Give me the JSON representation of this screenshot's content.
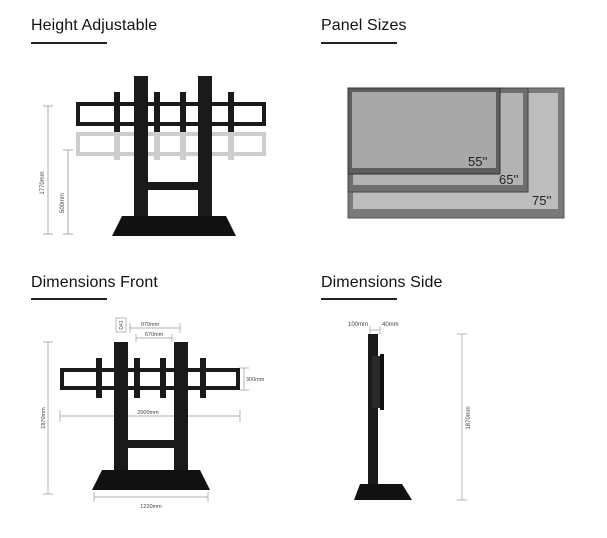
{
  "sections": {
    "height_adjustable": {
      "title": "Height Adjustable",
      "label_total": "1770mm",
      "label_adjust": "500mm"
    },
    "panel_sizes": {
      "title": "Panel Sizes",
      "size_small": "55''",
      "size_medium": "65''",
      "size_large": "75''"
    },
    "dimensions_front": {
      "title": "Dimensions Front",
      "label_depth": "D41",
      "label_top_width": "970mm",
      "label_inner_width": "670mm",
      "label_height": "1870mm",
      "label_bracket": "300mm",
      "label_total_width": "2000mm",
      "label_base": "1220mm"
    },
    "dimensions_side": {
      "title": "Dimensions Side",
      "label_left": "100mm",
      "label_right": "40mm",
      "label_height": "1870mm"
    }
  }
}
